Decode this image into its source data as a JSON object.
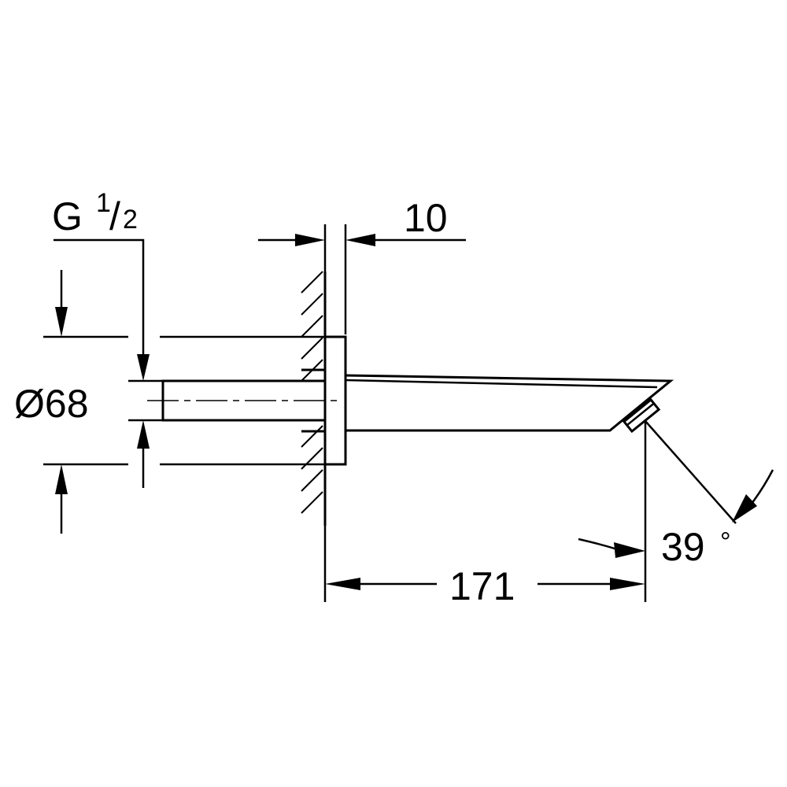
{
  "dimensions": {
    "thread_base": "G",
    "thread_numerator": "1",
    "thread_slash": "/",
    "thread_denominator": "2",
    "rosette_offset": "10",
    "rosette_diameter": "Ø68",
    "projection": "171",
    "outlet_angle": "39",
    "outlet_angle_unit": "°"
  }
}
